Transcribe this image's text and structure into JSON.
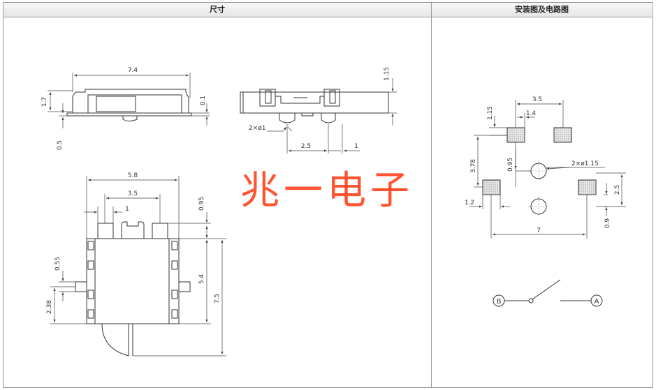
{
  "headers": {
    "dimensions": "尺寸",
    "install": "安装图及电路图"
  },
  "watermark": "兆一电子",
  "dims": {
    "top_width": "7.4",
    "top_height": "1.7",
    "top_gap": "0.1",
    "top_below": "0.5",
    "side_top": "1.15",
    "pin_dia": "2×ø1",
    "pin_pitch": "2.5",
    "pin_off": "1",
    "plan_width": "5.8",
    "plan_pitch": "3.5",
    "plan_off": "1",
    "plan_top": "0.95",
    "plan_mid": "5.4",
    "plan_total": "7.5",
    "plan_pin": "0.55",
    "plan_low": "2.38"
  },
  "pcb": {
    "top_pitch": "3.5",
    "top_off": "1.4",
    "top_pad": "1.15",
    "left_height": "3.78",
    "hole_off": "0.95",
    "hole_dia": "2×ø1.15",
    "pad_width": "1.2",
    "right_height": "2.5",
    "right_low": "0.9",
    "total_width": "7"
  },
  "circuit": {
    "left": "B",
    "right": "A"
  },
  "colors": {
    "line": "#333333",
    "dim": "#444444",
    "watermark": "#ff3b14",
    "grid": "#9a9a9a"
  }
}
